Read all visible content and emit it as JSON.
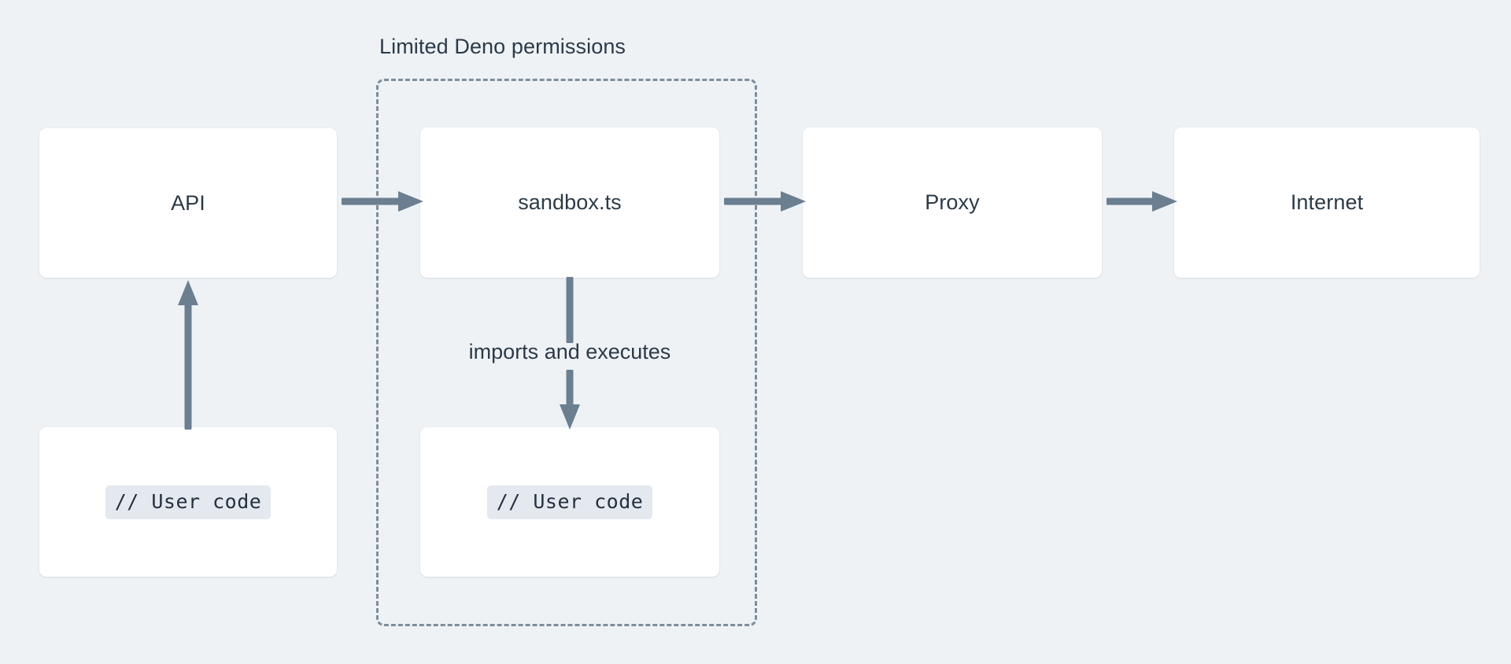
{
  "diagram": {
    "background_color": "#eef2f5",
    "accent_color": "#6b7f91",
    "text_color": "#2c3a47",
    "group": {
      "title": "Limited Deno permissions",
      "border_style": "dashed",
      "border_color": "#7d8d9c"
    },
    "nodes": [
      {
        "id": "api",
        "label": "API",
        "type": "box"
      },
      {
        "id": "sandbox",
        "label": "sandbox.ts",
        "type": "box"
      },
      {
        "id": "proxy",
        "label": "Proxy",
        "type": "box"
      },
      {
        "id": "internet",
        "label": "Internet",
        "type": "box"
      },
      {
        "id": "user-code-left",
        "label": "// User code",
        "type": "code-box"
      },
      {
        "id": "user-code-sandbox",
        "label": "// User code",
        "type": "code-box"
      }
    ],
    "edges": [
      {
        "from": "api",
        "to": "sandbox",
        "label": "",
        "direction": "right"
      },
      {
        "from": "sandbox",
        "to": "proxy",
        "label": "",
        "direction": "right"
      },
      {
        "from": "proxy",
        "to": "internet",
        "label": "",
        "direction": "right"
      },
      {
        "from": "user-code-left",
        "to": "api",
        "label": "",
        "direction": "up"
      },
      {
        "from": "sandbox",
        "to": "user-code-sandbox",
        "label": "imports and executes",
        "direction": "down"
      }
    ]
  }
}
